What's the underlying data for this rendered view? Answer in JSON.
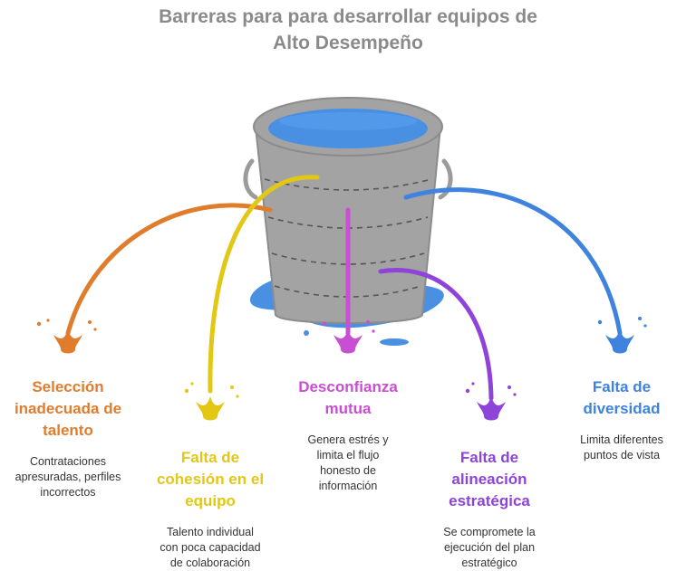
{
  "title": {
    "line1": "Barreras para para desarrollar equipos de",
    "line2": "Alto Desempeño"
  },
  "items": [
    {
      "heading": [
        "Selección",
        "inadecuada de",
        "talento"
      ],
      "description": [
        "Contrataciones",
        "apresuradas, perfiles",
        "incorrectos"
      ],
      "color": "#e07d2c",
      "icon": "splash-icon"
    },
    {
      "heading": [
        "Falta de",
        "cohesión en el",
        "equipo"
      ],
      "description": [
        "Talento individual",
        "con poca capacidad",
        "de colaboración"
      ],
      "color": "#e2c714",
      "icon": "splash-icon"
    },
    {
      "heading": [
        "Desconfianza",
        "mutua"
      ],
      "description": [
        "Genera estrés y",
        "limita el flujo",
        "honesto de",
        "información"
      ],
      "color": "#c84fd1",
      "icon": "splash-icon"
    },
    {
      "heading": [
        "Falta de",
        "alineación",
        "estratégica"
      ],
      "description": [
        "Se compromete la",
        "ejecución del plan",
        "estratégico"
      ],
      "color": "#8e44d8",
      "icon": "splash-icon"
    },
    {
      "heading": [
        "Falta de",
        "diversidad"
      ],
      "description": [
        "Limita diferentes",
        "puntos de vista"
      ],
      "color": "#3f83de",
      "icon": "splash-icon"
    }
  ],
  "illustration": {
    "icon": "leaking-bucket-icon",
    "bucket_color": "#9b9b9b",
    "water_color": "#4a90e2"
  }
}
